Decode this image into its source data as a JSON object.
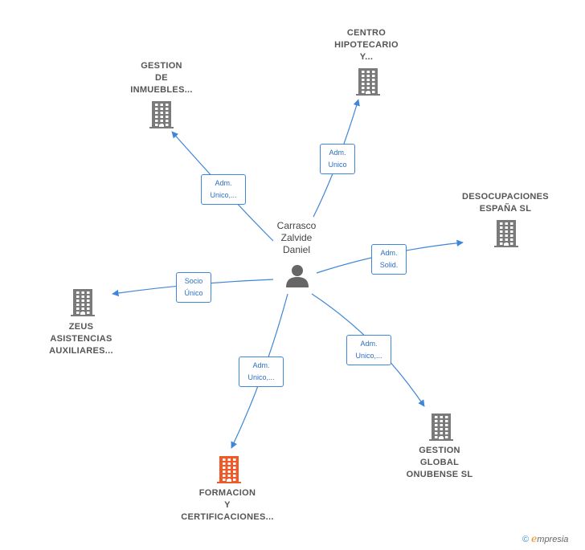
{
  "colors": {
    "edge": "#3f86d8",
    "building": "#7a7a7a",
    "building_highlight": "#f05a28",
    "person": "#666666"
  },
  "person": {
    "icon": "person-icon",
    "lines": [
      "Carrasco",
      "Zalvide",
      "Daniel"
    ]
  },
  "companies": [
    {
      "id": "gestion-inmuebles",
      "lines": [
        "GESTION",
        "DE",
        "INMUEBLES..."
      ],
      "icon": "building-icon",
      "highlight": false
    },
    {
      "id": "centro-hipotecario",
      "lines": [
        "CENTRO",
        "HIPOTECARIO",
        "Y..."
      ],
      "icon": "building-icon",
      "highlight": false
    },
    {
      "id": "desocupaciones-espana",
      "lines": [
        "DESOCUPACIONES",
        "ESPAÑA  SL"
      ],
      "icon": "building-icon",
      "highlight": false
    },
    {
      "id": "zeus-asistencias",
      "lines": [
        "ZEUS",
        "ASISTENCIAS",
        "AUXILIARES..."
      ],
      "icon": "building-icon",
      "highlight": false
    },
    {
      "id": "gestion-global-onubense",
      "lines": [
        "GESTION",
        "GLOBAL",
        "ONUBENSE  SL"
      ],
      "icon": "building-icon",
      "highlight": false
    },
    {
      "id": "formacion-certificaciones",
      "lines": [
        "FORMACION",
        "Y",
        "CERTIFICACIONES..."
      ],
      "icon": "building-icon",
      "highlight": true
    }
  ],
  "roles": [
    {
      "target": "gestion-inmuebles",
      "lines": [
        "Adm.",
        "Unico,..."
      ]
    },
    {
      "target": "centro-hipotecario",
      "lines": [
        "Adm.",
        "Unico"
      ]
    },
    {
      "target": "desocupaciones-espana",
      "lines": [
        "Adm.",
        "Solid."
      ]
    },
    {
      "target": "zeus-asistencias",
      "lines": [
        "Socio",
        "Único"
      ]
    },
    {
      "target": "gestion-global-onubense",
      "lines": [
        "Adm.",
        "Unico,..."
      ]
    },
    {
      "target": "formacion-certificaciones",
      "lines": [
        "Adm.",
        "Unico,..."
      ]
    }
  ],
  "footer": {
    "copyright": "©",
    "brand_initial": "e",
    "brand_rest": "mpresia"
  }
}
